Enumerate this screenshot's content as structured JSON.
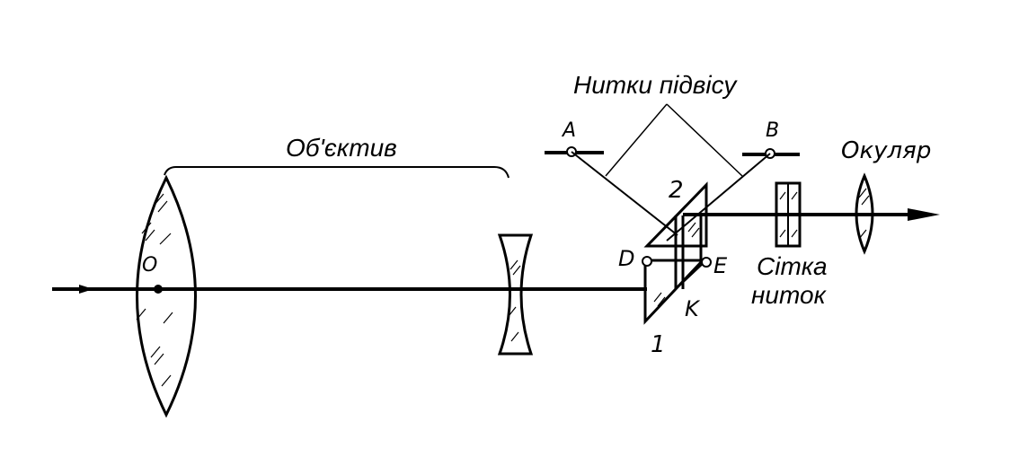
{
  "labels": {
    "objective": "Об'єктив",
    "suspension_threads": "Нитки підвісу",
    "point_a": "A",
    "point_b": "B",
    "prism_2": "2",
    "prism_1": "1",
    "point_d": "D",
    "point_e": "E",
    "point_k": "K",
    "point_o": "O",
    "eyepiece": "Окуляр",
    "reticle_line1": "Сітка",
    "reticle_line2": "ниток"
  }
}
